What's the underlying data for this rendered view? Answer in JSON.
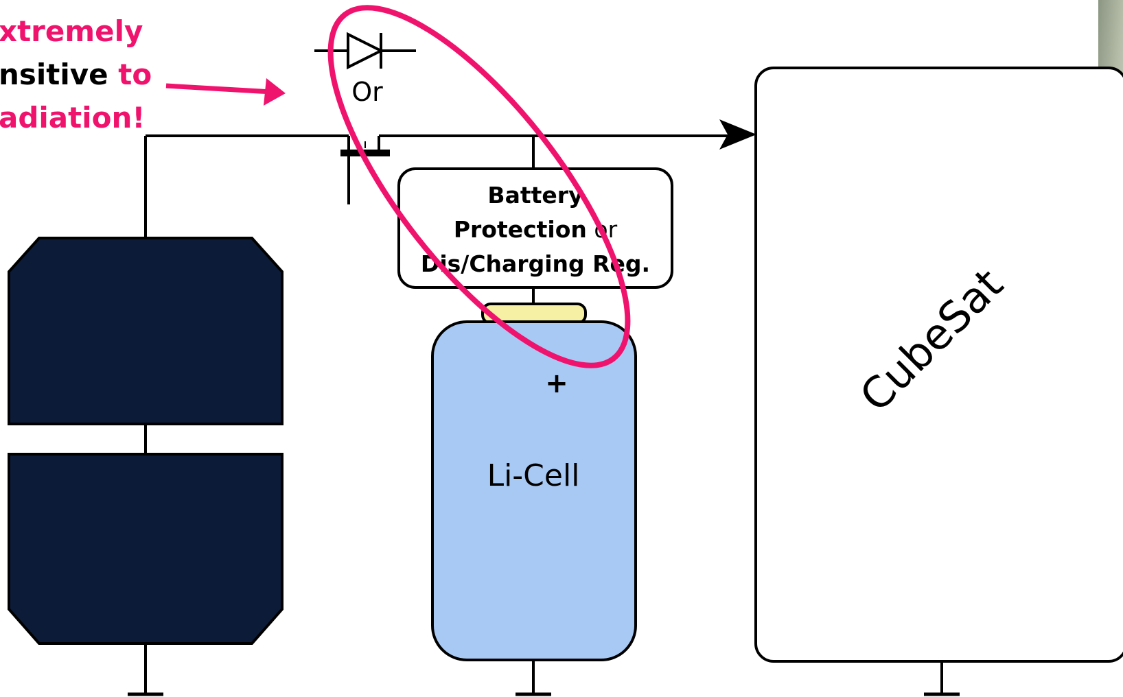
{
  "annotation": {
    "line1": "xtremely",
    "line2_black": "nsitive ",
    "line2_pink": "to",
    "line3": "adiation!"
  },
  "diode_or_label": "Or",
  "protection": {
    "line1": "Battery",
    "line2_bold": "Protection",
    "line2_normal": " or",
    "line3": "Dis/Charging Reg."
  },
  "battery": {
    "plus": "+",
    "label": "Li-Cell"
  },
  "cubesat_label": "CubeSat",
  "colors": {
    "highlight": "#f0136e",
    "panel": "#0b1b38",
    "battery_body": "#a9c9f5",
    "battery_cap": "#f6f0a4",
    "wire": "#000000"
  }
}
